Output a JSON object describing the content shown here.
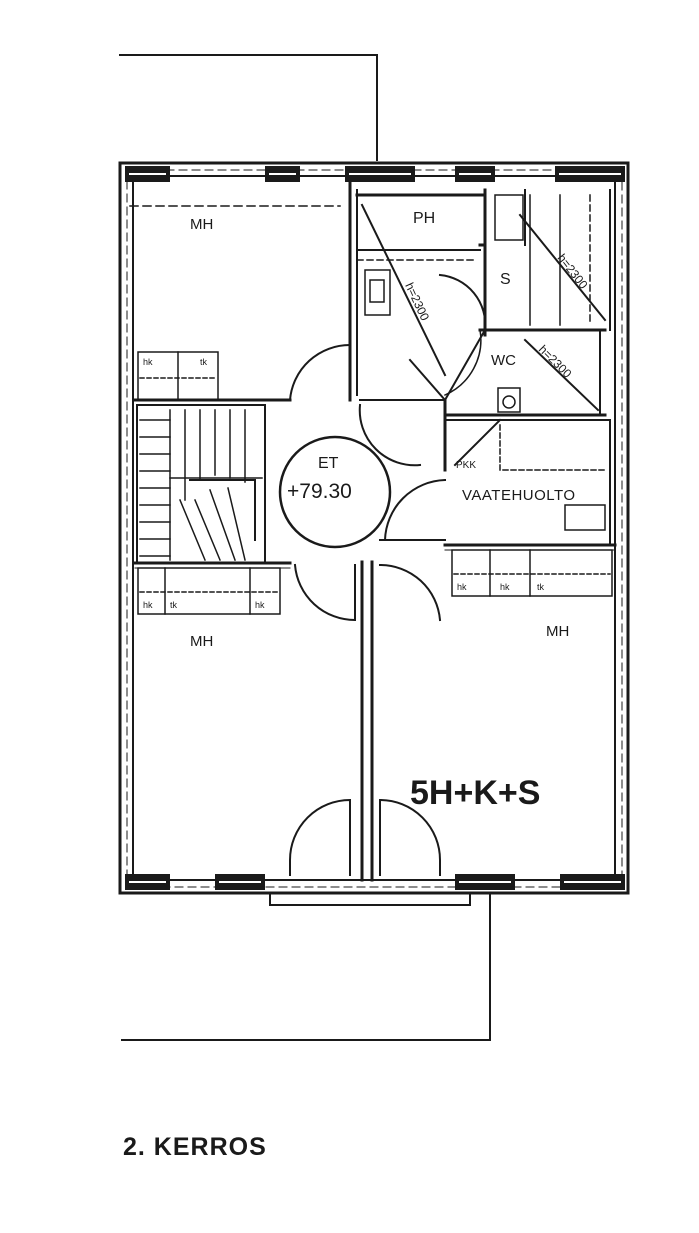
{
  "caption": "2. KERROS",
  "unit_type": "5H+K+S",
  "stair_landing": {
    "code": "ET",
    "level": "+79.30"
  },
  "rooms": {
    "bedroom_top_left": "MH",
    "bedroom_bottom_left": "MH",
    "bedroom_bottom_right": "MH",
    "bathroom": "PH",
    "sauna": "S",
    "toilet": "WC",
    "laundry": "VAATEHUOLTO",
    "pkk": "PKK"
  },
  "ceiling_heights": {
    "sauna_diag": "h=2300",
    "bath_diag": "h=2300",
    "wc_diag": "h=2300"
  },
  "closet_tags": [
    "hk",
    "tk"
  ]
}
